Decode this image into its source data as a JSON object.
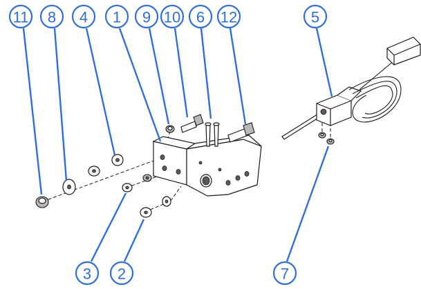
{
  "callouts": [
    {
      "id": "11",
      "label": "11"
    },
    {
      "id": "8",
      "label": "8"
    },
    {
      "id": "4",
      "label": "4"
    },
    {
      "id": "1",
      "label": "1"
    },
    {
      "id": "9",
      "label": "9"
    },
    {
      "id": "10",
      "label": "10"
    },
    {
      "id": "6",
      "label": "6"
    },
    {
      "id": "12",
      "label": "12"
    },
    {
      "id": "5",
      "label": "5"
    },
    {
      "id": "3",
      "label": "3"
    },
    {
      "id": "2",
      "label": "2"
    },
    {
      "id": "7",
      "label": "7"
    }
  ],
  "colors": {
    "callout": "#2f6fd6",
    "line": "#1a1a1a",
    "background": "#ffffff"
  }
}
